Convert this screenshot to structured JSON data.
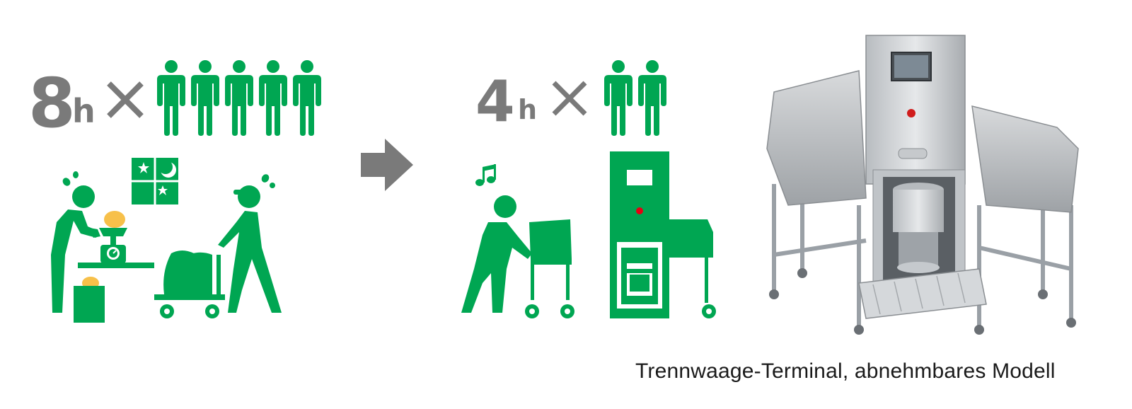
{
  "colors": {
    "accent_green": "#00a652",
    "gray": "#7a7a7a",
    "yellow": "#f7c04a",
    "red": "#e60012"
  },
  "before": {
    "hours_value": "8",
    "hours_unit": "h",
    "operator_count": 5
  },
  "after": {
    "hours_value": "4",
    "hours_unit": "h",
    "operator_count": 2
  },
  "icons": {
    "times_symbol": "multiply-icon",
    "person": "person-icon",
    "arrow": "arrow-right-icon",
    "night_window": "night-window-icon",
    "music_note": "music-note-icon"
  },
  "caption": "Trennwaage-Terminal, abnehmbares Modell"
}
